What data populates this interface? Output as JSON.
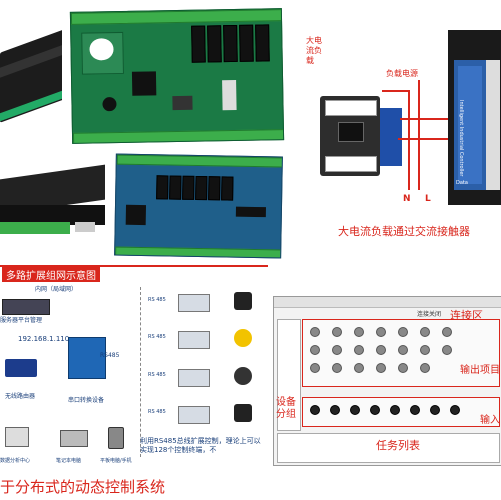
{
  "contactor_panel": {
    "label_load": "大电流负载",
    "label_power": "负载电源",
    "label_n": "N",
    "label_l": "L",
    "caption": "大电流负载通过交流接触器",
    "side_text": "Intelligent Industrial Controller",
    "side_text2": "Data"
  },
  "network_panel": {
    "title": "多路扩展组网示意图",
    "lan": "内网（局域网）",
    "ip": "192.168.1.110",
    "rs485_label": "RS485",
    "rs485_small": "RS 485",
    "serial_label": "串口转换设备",
    "router_label": "无线路由器",
    "note": "利用RS485总线扩展控制，理论上可以实现128个控制终端，不",
    "pc_labels": [
      "数据分析中心",
      "笔记本电脑",
      "平板电脑/手机"
    ],
    "left_labels": [
      "服务器平台管理"
    ]
  },
  "software_panel": {
    "connect_zone": "连接区",
    "connect_status": "连接关闭",
    "output_label": "输出项目",
    "input_label": "输入",
    "device_group": "设备分组",
    "task_list": "任务列表"
  },
  "bottom_title": "于分布式的动态控制系统",
  "colors": {
    "red": "#d9261c",
    "blue_text": "#1a3f7a",
    "pcb_green": "#1b7a45",
    "pcb_blue": "#1f5f8a"
  }
}
